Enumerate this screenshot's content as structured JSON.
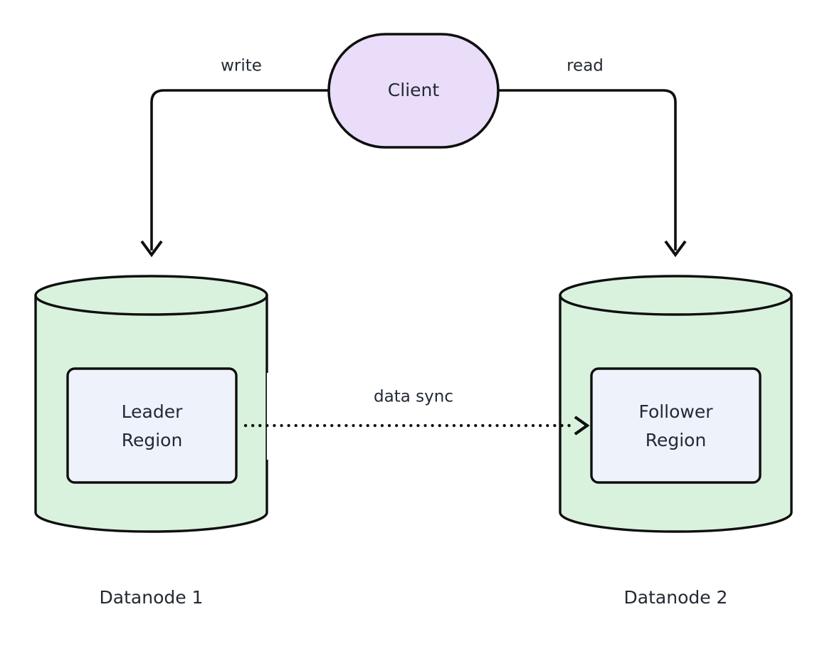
{
  "diagram": {
    "type": "architecture-diagram",
    "background_color": "#ffffff",
    "nodes": [
      {
        "id": "client",
        "label": "Client",
        "shape": "stadium",
        "fill": "#e9ddfa",
        "stroke": "#0f0f0f"
      },
      {
        "id": "datanode1",
        "label": "Datanode 1",
        "shape": "cylinder",
        "fill": "#d9f2de",
        "stroke": "#0f0f0f",
        "inner": {
          "id": "leader-region",
          "label_line1": "Leader",
          "label_line2": "Region",
          "fill": "#eef2fb",
          "stroke": "#0f0f0f"
        }
      },
      {
        "id": "datanode2",
        "label": "Datanode 2",
        "shape": "cylinder",
        "fill": "#d9f2de",
        "stroke": "#0f0f0f",
        "inner": {
          "id": "follower-region",
          "label_line1": "Follower",
          "label_line2": "Region",
          "fill": "#eef2fb",
          "stroke": "#0f0f0f"
        }
      }
    ],
    "edges": [
      {
        "id": "write-edge",
        "label": "write",
        "from": "client",
        "to": "datanode1",
        "style": "solid",
        "arrow": "end"
      },
      {
        "id": "read-edge",
        "label": "read",
        "from": "client",
        "to": "datanode2",
        "style": "solid",
        "arrow": "end"
      },
      {
        "id": "data-sync-edge",
        "label": "data sync",
        "from": "leader-region",
        "to": "follower-region",
        "style": "dotted",
        "arrow": "end"
      }
    ],
    "colors": {
      "client_fill": "#e9ddfa",
      "cylinder_fill": "#d9f2de",
      "region_fill": "#eef2fb",
      "stroke": "#0f0f0f",
      "text": "#232a34"
    }
  }
}
